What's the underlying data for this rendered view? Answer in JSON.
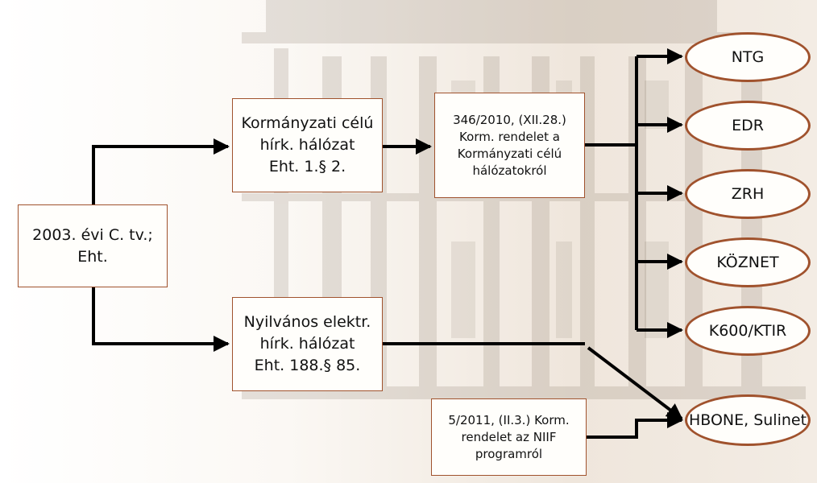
{
  "nodes": {
    "root": {
      "lines": [
        "2003. évi C. tv.;",
        "Eht."
      ]
    },
    "gov_network": {
      "lines": [
        "Kormányzati célú",
        "hírk. hálózat",
        "Eht. 1.§ 2."
      ]
    },
    "gov_decree": {
      "lines": [
        "346/2010, (XII.28.)",
        "Korm. rendelet a",
        "Kormányzati célú",
        "hálózatokról"
      ]
    },
    "public_network": {
      "lines": [
        "Nyilvános elektr.",
        "hírk. hálózat",
        "Eht. 188.§ 85."
      ]
    },
    "niif_decree": {
      "lines": [
        "5/2011, (II.3.) Korm.",
        "rendelet az NIIF",
        "programról"
      ]
    }
  },
  "ovals": [
    "NTG",
    "EDR",
    "ZRH",
    "KÖZNET",
    "K600/KTIR",
    "HBONE, Sulinet"
  ],
  "colors": {
    "border": "#a0522d",
    "arrow": "#000000"
  }
}
